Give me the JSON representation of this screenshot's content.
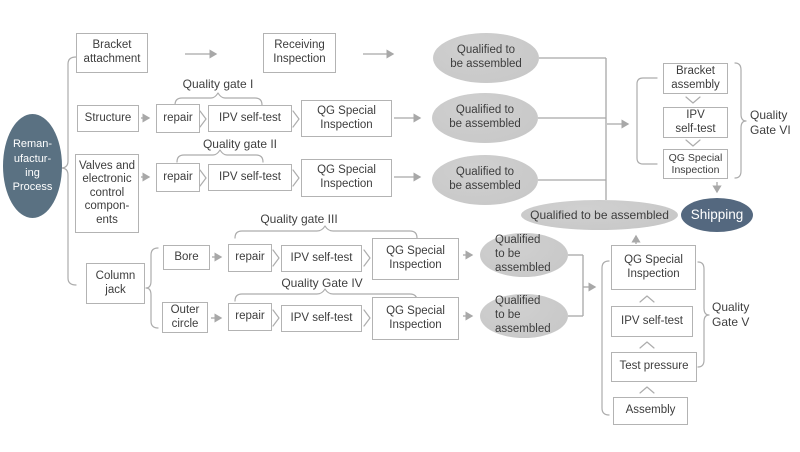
{
  "diagram_title": "Remanufacturing process quality gate flow",
  "process": {
    "label": "Reman-\nufactur-\ning\nProcess"
  },
  "nodes": {
    "bracket_attachment": "Bracket\nattachment",
    "receiving_inspection": "Receiving\nInspection",
    "structure": "Structure",
    "valves": "Valves and\nelectronic\ncontrol\ncompon-\nents",
    "column_jack": "Column\njack",
    "bore": "Bore",
    "outer_circle": "Outer\ncircle",
    "repair": "repair",
    "ipv_self_test": "IPV self-test",
    "ipv_self_test_two_line": "IPV\nself-test",
    "qg_special_inspection": "QG Special\nInspection",
    "bracket_assembly": "Bracket\nassembly",
    "test_pressure": "Test pressure",
    "assembly": "Assembly"
  },
  "gates": {
    "g1": "Quality gate I",
    "g2": "Quality gate II",
    "g3": "Quality gate III",
    "g4": "Quality Gate IV",
    "g5": "Quality\nGate V",
    "g6": "Quality\nGate VI"
  },
  "ellipses": {
    "qualified_two_line": "Qualified to\nbe assembled",
    "qualified_three_line": "Qualified\nto be\nassembled",
    "qualified_one_line": "Qualified to be assembled",
    "shipping": "Shipping"
  },
  "colors": {
    "dark_ellipse": "#5a7182",
    "shipping_ellipse": "#54687f",
    "gray_ellipse": "#c8c8c8",
    "box_border": "#b3b3b3",
    "text": "#3d3d3d",
    "line": "#a8a8a8"
  }
}
